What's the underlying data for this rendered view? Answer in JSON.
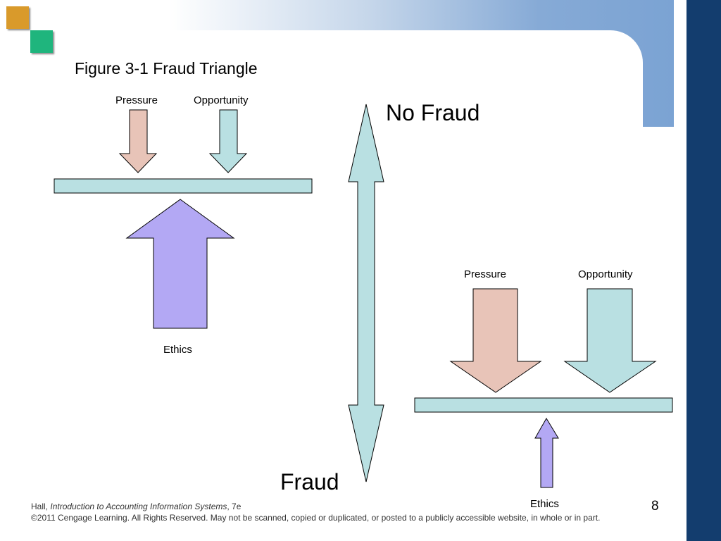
{
  "slide": {
    "title": "Figure 3-1 Fraud Triangle",
    "page_number": "8",
    "colors": {
      "pressure": "#e8c4b8",
      "opportunity": "#b9e0e2",
      "ethics": "#b3a8f4",
      "bar": "#b9e0e2",
      "sidebar": "#133d6e"
    }
  },
  "left_diagram": {
    "pressure_label": "Pressure",
    "opportunity_label": "Opportunity",
    "ethics_label": "Ethics"
  },
  "right_diagram": {
    "pressure_label": "Pressure",
    "opportunity_label": "Opportunity",
    "ethics_label": "Ethics"
  },
  "scale": {
    "top_label": "No Fraud",
    "bottom_label": "Fraud"
  },
  "footer": {
    "author": "Hall,",
    "book_title": "Introduction to Accounting Information Systems",
    "edition": ", 7e",
    "copyright": "©2011 Cengage Learning. All Rights Reserved. May not be scanned, copied or duplicated, or posted to a publicly accessible website, in whole or in part."
  }
}
